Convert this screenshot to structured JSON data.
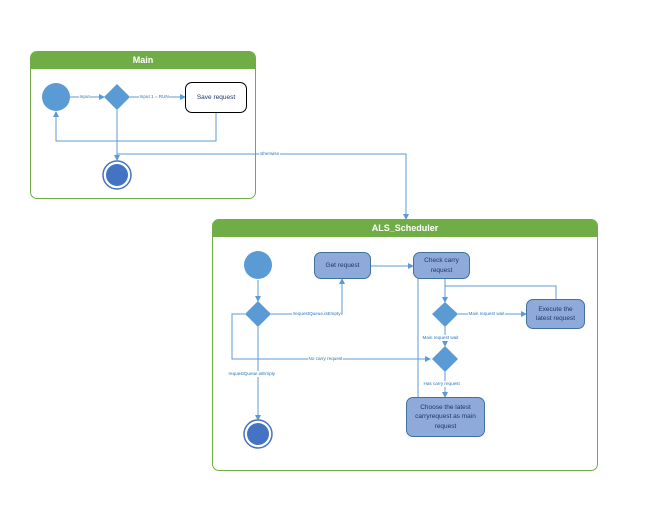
{
  "swimlanes": {
    "main_title": "Main",
    "als_title": "ALS_Scheduler"
  },
  "nodes": {
    "save_request": "Save request",
    "get_request": "Get request",
    "check_carry": "Check carry request",
    "execute_latest": "Execute the latest request",
    "choose_latest": "Choose the latest carryrequest as main request"
  },
  "edge_labels": {
    "input": "Input",
    "input_run": "Input 1 = RUN",
    "otherwise": "otherwise",
    "request_not_empty": "!requestQueue.isEmpty",
    "request_empty": "requestQueue.isEmpty",
    "no_carry": "No carry request",
    "main_wait": "Main request wait",
    "main_wait2": "Main request wait",
    "has_carry": "Has carry request"
  },
  "colors": {
    "lane_green": "#70ad47",
    "node_fill": "#8eaadb",
    "node_border": "#41719c",
    "initial_fill": "#5b9bd5",
    "final_fill": "#4472c4",
    "edge_blue": "#5b9bd5"
  }
}
